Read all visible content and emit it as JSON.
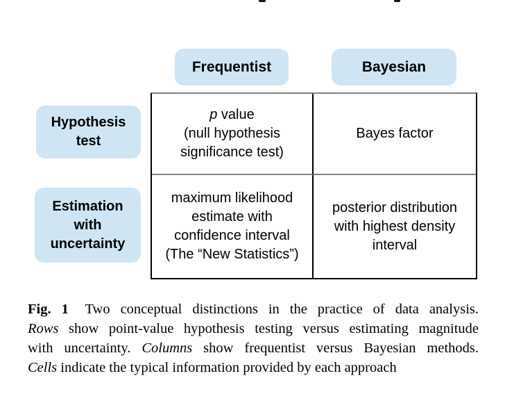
{
  "artifacts": {
    "top_left_fragment": "cropped-text-descender",
    "top_right_fragment": "cropped-text-descender"
  },
  "figure": {
    "colors": {
      "label_background": "#cfe5f3",
      "vertical_rule": "#000000",
      "horizontal_rule": "#828282",
      "text": "#000000"
    },
    "column_headers": [
      {
        "label": "Frequentist"
      },
      {
        "label": "Bayesian"
      }
    ],
    "row_headers": [
      {
        "lines": [
          "Hypothesis",
          "test"
        ]
      },
      {
        "lines": [
          "Estimation",
          "with",
          "uncertainty"
        ]
      }
    ],
    "cells": {
      "r1c1": {
        "italic_lead": "p",
        "after_lead": " value",
        "lines": [
          "(null hypothesis",
          "significance test)"
        ]
      },
      "r1c2": {
        "lines": [
          "Bayes factor"
        ]
      },
      "r2c1": {
        "lines": [
          "maximum likelihood",
          "estimate with",
          "confidence interval",
          "(The “New Statistics”)"
        ]
      },
      "r2c2": {
        "lines": [
          "posterior distribution",
          "with highest density",
          "interval"
        ]
      }
    }
  },
  "caption": {
    "lines": [
      {
        "bold": "Fig. 1",
        "rest": " Two conceptual distinctions in the practice of data analysis."
      },
      {
        "italic": "Rows",
        "rest": " show point-value hypothesis testing versus estimating magnitude"
      },
      {
        "pre": "with uncertainty. ",
        "italic": "Columns",
        "rest": " show frequentist versus Bayesian methods."
      },
      {
        "italic": "Cells",
        "rest": " indicate the typical information provided by each approach"
      }
    ]
  }
}
